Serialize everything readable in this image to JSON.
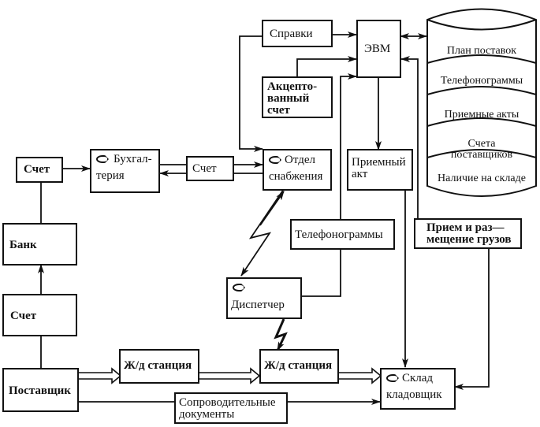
{
  "diagram": {
    "nodes": {
      "schet_top": "Счет",
      "buhgalteria": "Бухгал-\nтерия",
      "schet_mid": "Счет",
      "spravki": "Справки",
      "evm": "ЭВМ",
      "akcept": "Акцепто-\nванный\nсчет",
      "otdel": "Отдел\nснабжения",
      "priemny_akt": "Приемный\nакт",
      "bank": "Банк",
      "telefonogrammy": "Телефонограммы",
      "priem_grузов": "Прием и раз—\nмещение грузов",
      "dispetcher": "Диспетчер",
      "schet_bottom": "Счет",
      "zhd1": "Ж/д станция",
      "zhd2": "Ж/д станция",
      "postavshik": "Поставщик",
      "soprovod": "Сопроводительные\nдокументы",
      "sklad": "Склад\nкладовщик"
    },
    "database": {
      "sections": [
        "План поставок",
        "Телефонограммы",
        "Приемные акты",
        "Счета\nпоставщиков",
        "Наличие на складе"
      ]
    }
  }
}
